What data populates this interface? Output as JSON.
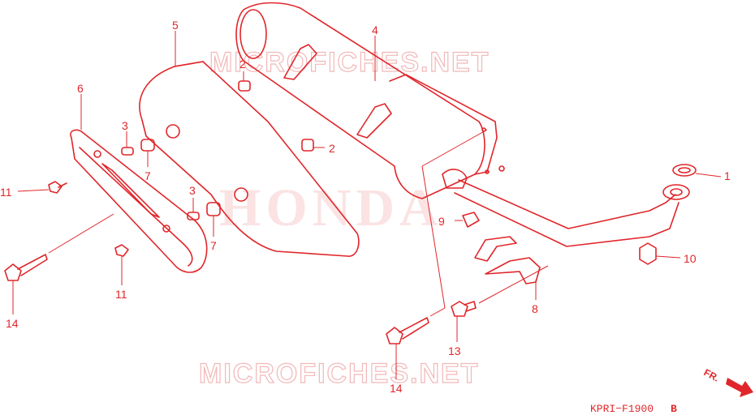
{
  "watermarks": {
    "top": "MICROFICHES.NET",
    "bottom": "MICROFICHES.NET",
    "center": "HONDA"
  },
  "callouts": [
    {
      "id": "c1",
      "label": "1"
    },
    {
      "id": "c2a",
      "label": "2"
    },
    {
      "id": "c2b",
      "label": "2"
    },
    {
      "id": "c3a",
      "label": "3"
    },
    {
      "id": "c3b",
      "label": "3"
    },
    {
      "id": "c4",
      "label": "4"
    },
    {
      "id": "c5",
      "label": "5"
    },
    {
      "id": "c6",
      "label": "6"
    },
    {
      "id": "c7a",
      "label": "7"
    },
    {
      "id": "c7b",
      "label": "7"
    },
    {
      "id": "c8",
      "label": "8"
    },
    {
      "id": "c9",
      "label": "9"
    },
    {
      "id": "c10",
      "label": "10"
    },
    {
      "id": "c11a",
      "label": "11"
    },
    {
      "id": "c11b",
      "label": "11"
    },
    {
      "id": "c13",
      "label": "13"
    },
    {
      "id": "c14a",
      "label": "14"
    },
    {
      "id": "c14b",
      "label": "14"
    }
  ],
  "front_indicator": "FR.",
  "diagram_code": "KPRI−F1900",
  "diagram_suffix": "B",
  "colors": {
    "line": "#e0262a",
    "watermark": "#f2b8b8",
    "background": "#ffffff"
  }
}
